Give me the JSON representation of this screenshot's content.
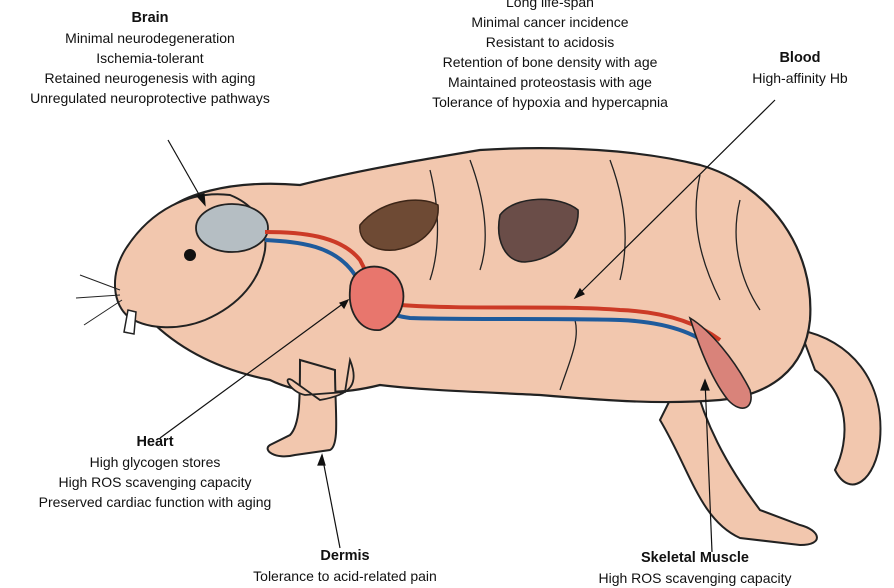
{
  "brain": {
    "title": "Brain",
    "lines": [
      "Minimal    neurodegeneration",
      "Ischemia-tolerant",
      "Retained neurogenesis with aging",
      "Unregulated neuroprotective pathways"
    ]
  },
  "whole_body": {
    "lines": [
      "Long life-span",
      "Minimal cancer incidence",
      "Resistant to acidosis",
      "Retention of bone density with age",
      "Maintained proteostasis with age",
      "Tolerance of hypoxia and hypercapnia"
    ]
  },
  "blood": {
    "title": "Blood",
    "lines": [
      "High-affinity Hb"
    ]
  },
  "heart": {
    "title": "Heart",
    "lines": [
      "High glycogen stores",
      "High ROS scavenging capacity",
      "Preserved cardiac function with aging"
    ]
  },
  "dermis": {
    "title": "Dermis",
    "lines": [
      "Tolerance to acid-related pain"
    ]
  },
  "skeletal_muscle": {
    "title": "Skeletal Muscle",
    "lines": [
      "High ROS scavenging capacity"
    ]
  },
  "colors": {
    "skin": "#f2c7ae",
    "brain": "#b5bec3",
    "lung": "#6e4a34",
    "liver": "#6a4d48",
    "heart": "#e8766d",
    "artery": "#cc3a26",
    "vein": "#1f5b9c",
    "muscle": "#d9837a"
  }
}
